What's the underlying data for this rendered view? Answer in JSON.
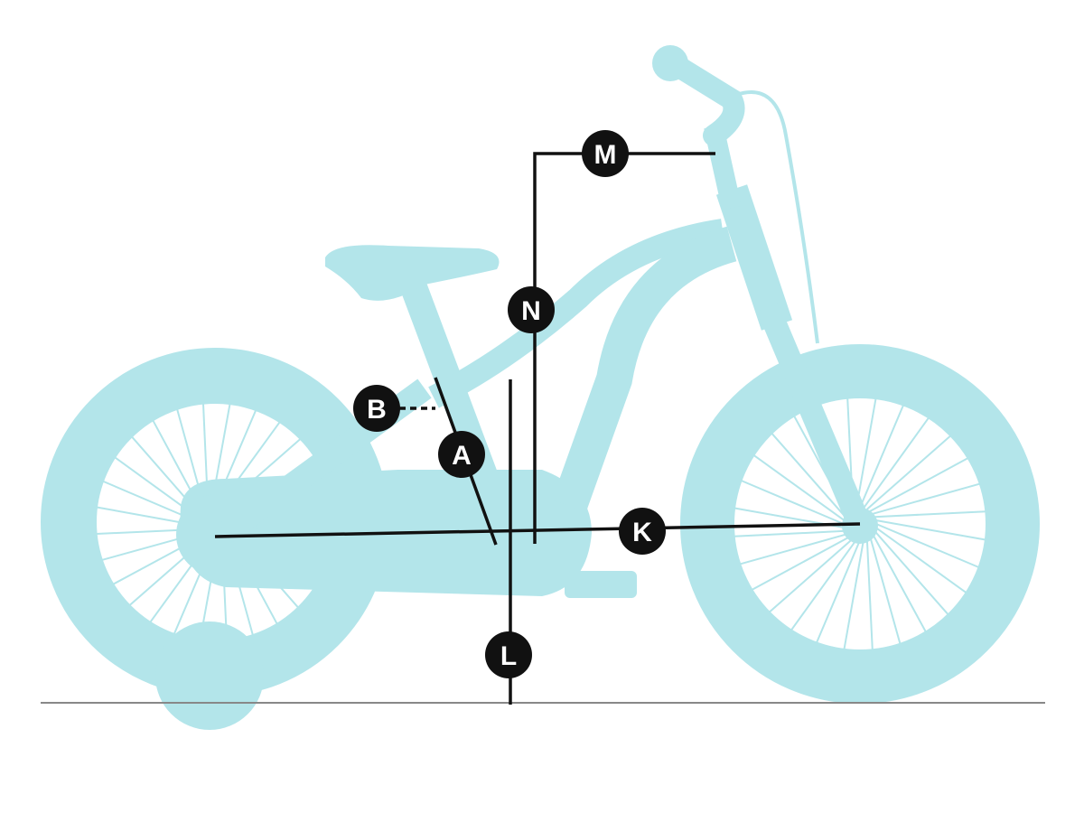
{
  "colors": {
    "bike": "#b3e5ea",
    "annotation": "#111111",
    "ground": "#888888",
    "label_text": "#ffffff"
  },
  "labels": {
    "M": "M",
    "N": "N",
    "B": "B",
    "A": "A",
    "K": "K",
    "L": "L"
  }
}
